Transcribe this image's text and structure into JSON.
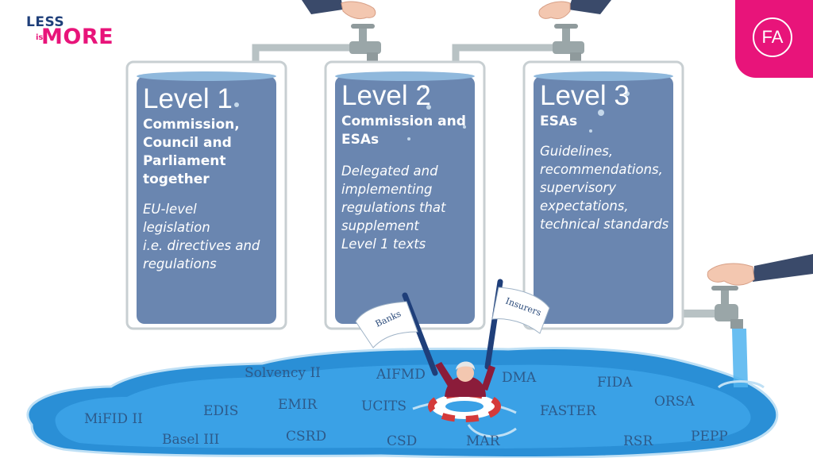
{
  "brand": {
    "less": "LESS",
    "is": "is",
    "more": "MORE"
  },
  "badge": {
    "text": "FA"
  },
  "levels": [
    {
      "title": "Level 1",
      "subtitle_lines": [
        "Commission,",
        "Council and",
        "Parliament",
        "together"
      ],
      "desc_lines": [
        "EU-level",
        "legislation",
        "i.e. directives and",
        "regulations"
      ]
    },
    {
      "title": "Level 2",
      "subtitle_lines": [
        "Commission and",
        "ESAs"
      ],
      "desc_lines": [
        "Delegated and",
        "implementing",
        "regulations that",
        "supplement",
        "Level 1 texts"
      ]
    },
    {
      "title": "Level 3",
      "subtitle_lines": [
        "ESAs"
      ],
      "desc_lines": [
        "Guidelines,",
        "recommendations,",
        "supervisory",
        "expectations,",
        "technical standards"
      ]
    }
  ],
  "flags": {
    "left": "Banks",
    "right": "Insurers"
  },
  "puddle_terms": [
    "Solvency II",
    "AIFMD",
    "DMA",
    "FIDA",
    "EDIS",
    "EMIR",
    "UCITS",
    "FASTER",
    "ORSA",
    "MiFID II",
    "Basel III",
    "CSRD",
    "CSD",
    "MAR",
    "RSR",
    "PEPP"
  ],
  "colors": {
    "tank": "#6a86b0",
    "tank_top": "#8fb8dc",
    "water": "#2a8fd6",
    "pink": "#e8147a",
    "navy": "#1f3f7a"
  }
}
